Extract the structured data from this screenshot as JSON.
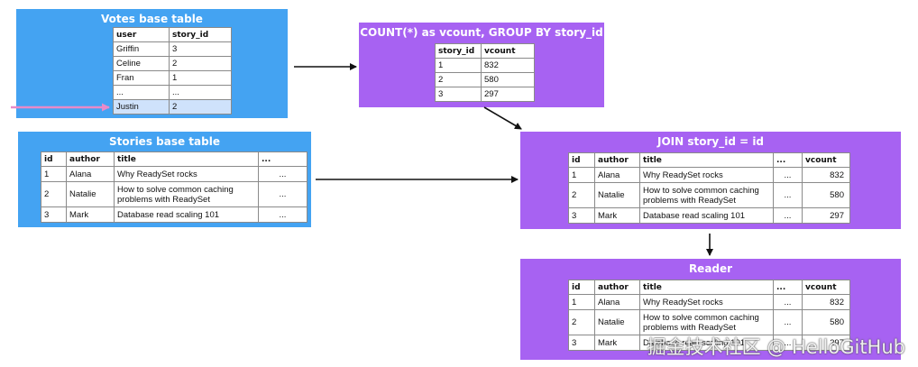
{
  "colors": {
    "blue": "#44a3f2",
    "purple": "#a762f2",
    "pink_arrow": "#e88ac9",
    "arrow": "#111111"
  },
  "votes": {
    "title": "Votes base table",
    "headers": [
      "user",
      "story_id"
    ],
    "rows": [
      [
        "Griffin",
        "3"
      ],
      [
        "Celine",
        "2"
      ],
      [
        "Fran",
        "1"
      ],
      [
        "...",
        "..."
      ],
      [
        "Justin",
        "2"
      ]
    ]
  },
  "stories": {
    "title": "Stories base table",
    "headers": [
      "id",
      "author",
      "title",
      "..."
    ],
    "rows": [
      [
        "1",
        "Alana",
        "Why ReadySet rocks",
        "..."
      ],
      [
        "2",
        "Natalie",
        "How to solve common caching problems with ReadySet",
        "..."
      ],
      [
        "3",
        "Mark",
        "Database read scaling 101",
        "..."
      ]
    ]
  },
  "count": {
    "title": "COUNT(*) as vcount, GROUP BY story_id",
    "headers": [
      "story_id",
      "vcount"
    ],
    "rows": [
      [
        "1",
        "832"
      ],
      [
        "2",
        "580"
      ],
      [
        "3",
        "297"
      ]
    ]
  },
  "join": {
    "title": "JOIN story_id = id",
    "headers": [
      "id",
      "author",
      "title",
      "...",
      "vcount"
    ],
    "rows": [
      [
        "1",
        "Alana",
        "Why ReadySet rocks",
        "...",
        "832"
      ],
      [
        "2",
        "Natalie",
        "How to solve common caching problems with ReadySet",
        "...",
        "580"
      ],
      [
        "3",
        "Mark",
        "Database read scaling 101",
        "...",
        "297"
      ]
    ]
  },
  "reader": {
    "title": "Reader",
    "headers": [
      "id",
      "author",
      "title",
      "...",
      "vcount"
    ],
    "rows": [
      [
        "1",
        "Alana",
        "Why ReadySet rocks",
        "...",
        "832"
      ],
      [
        "2",
        "Natalie",
        "How to solve common caching problems with ReadySet",
        "...",
        "580"
      ],
      [
        "3",
        "Mark",
        "Database read scaling 101",
        "...",
        "297"
      ]
    ]
  },
  "watermark": "掘金技术社区 @ HelloGitHub"
}
